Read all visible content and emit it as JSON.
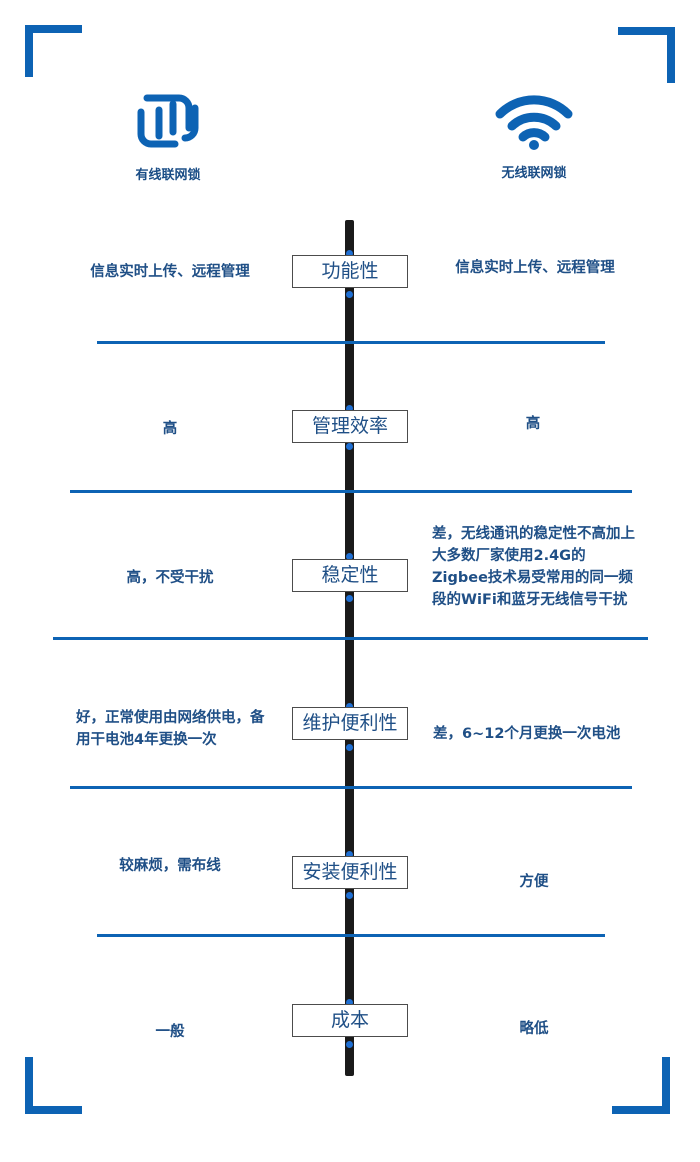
{
  "colors": {
    "accent": "#0d63b4",
    "text": "#1f4f86",
    "axis": "#1a1a1a"
  },
  "columns": {
    "wired": {
      "label": "有线联网锁",
      "icon": "wired-network-icon"
    },
    "wireless": {
      "label": "无线联网锁",
      "icon": "wifi-icon"
    }
  },
  "rows": [
    {
      "category": "功能性",
      "wired": "信息实时上传、远程管理",
      "wireless": "信息实时上传、远程管理"
    },
    {
      "category": "管理效率",
      "wired": "高",
      "wireless": "高"
    },
    {
      "category": "稳定性",
      "wired": "高，不受干扰",
      "wireless": "差，无线通讯的稳定性不高加上大多数厂家使用2.4G的Zigbee技术易受常用的同一频段的WiFi和蓝牙无线信号干扰"
    },
    {
      "category": "维护便利性",
      "wired": "好，正常使用由网络供电，备用干电池4年更换一次",
      "wireless": "差，6~12个月更换一次电池"
    },
    {
      "category": "安装便利性",
      "wired": "较麻烦，需布线",
      "wireless": "方便"
    },
    {
      "category": "成本",
      "wired": "一般",
      "wireless": "略低"
    }
  ]
}
